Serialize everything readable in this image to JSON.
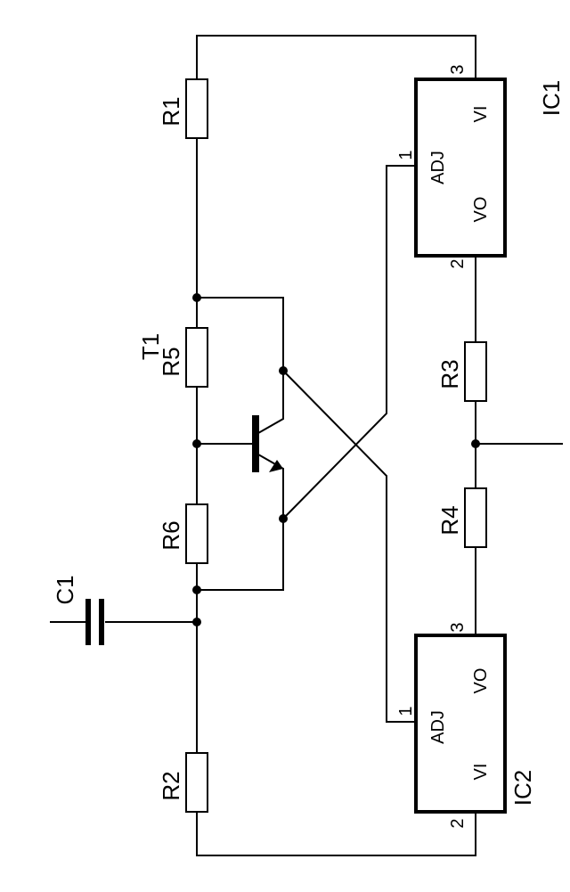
{
  "components": {
    "r1": "R1",
    "r2": "R2",
    "r3": "R3",
    "r4": "R4",
    "r5": "R5",
    "r6": "R6",
    "c1": "C1",
    "t1": "T1",
    "ic1": "IC1",
    "ic2": "IC2"
  },
  "ic1_pins": {
    "pin1": "1",
    "pin2": "2",
    "pin3": "3",
    "adj": "ADJ",
    "vo": "VO",
    "vi": "VI"
  },
  "ic2_pins": {
    "pin1": "1",
    "pin2": "2",
    "pin3": "3",
    "adj": "ADJ",
    "vo": "VO",
    "vi": "VI"
  }
}
